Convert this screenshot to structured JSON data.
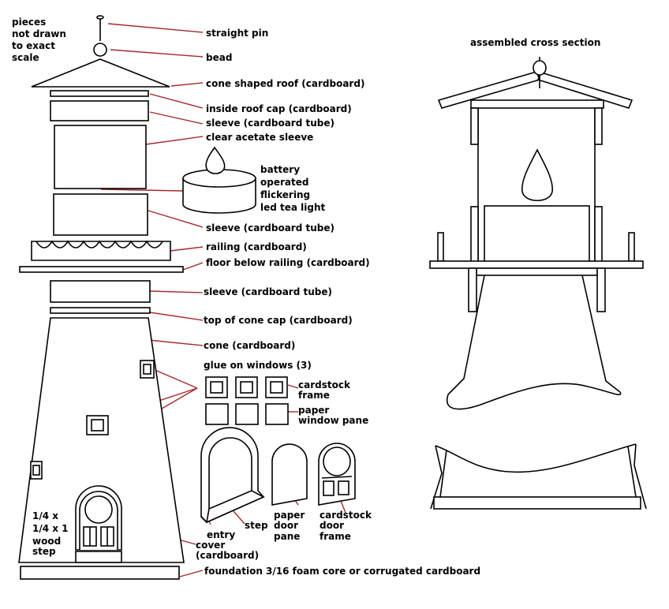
{
  "colors": {
    "outline": "#000000",
    "leader": "#a52a2a",
    "fill": "#ffffff"
  },
  "note": [
    "pieces",
    "not drawn",
    "to exact",
    "scale"
  ],
  "section_title": "assembled cross section",
  "labels": {
    "straight_pin": "straight pin",
    "bead": "bead",
    "cone_roof": "cone shaped roof  (cardboard)",
    "inside_roof_cap": "inside roof cap (cardboard)",
    "sleeve_top": "sleeve (cardboard tube)",
    "acetate": "clear acetate sleeve",
    "tealight": [
      "battery",
      "operated",
      "flickering",
      "led tea light"
    ],
    "sleeve_mid": "sleeve (cardboard tube)",
    "railing": "railing (cardboard)",
    "floor": "floor below railing (cardboard)",
    "sleeve_low": "sleeve (cardboard tube)",
    "cone_cap": "top of cone cap  (cardboard)",
    "cone": "cone  (cardboard)",
    "windows": "glue on windows (3)",
    "frame": [
      "cardstock",
      "frame"
    ],
    "pane": [
      "paper",
      "window pane"
    ],
    "wood_step": [
      "1/4 x",
      "1/4 x 1",
      "wood",
      "step"
    ],
    "entry_cover": [
      "entry",
      "cover",
      "(cardboard)"
    ],
    "step": "step",
    "paper_door": [
      "paper",
      "door",
      "pane"
    ],
    "cardstock_door": [
      "cardstock",
      "door",
      "frame"
    ],
    "foundation": "foundation 3/16 foam core  or corrugated cardboard"
  }
}
